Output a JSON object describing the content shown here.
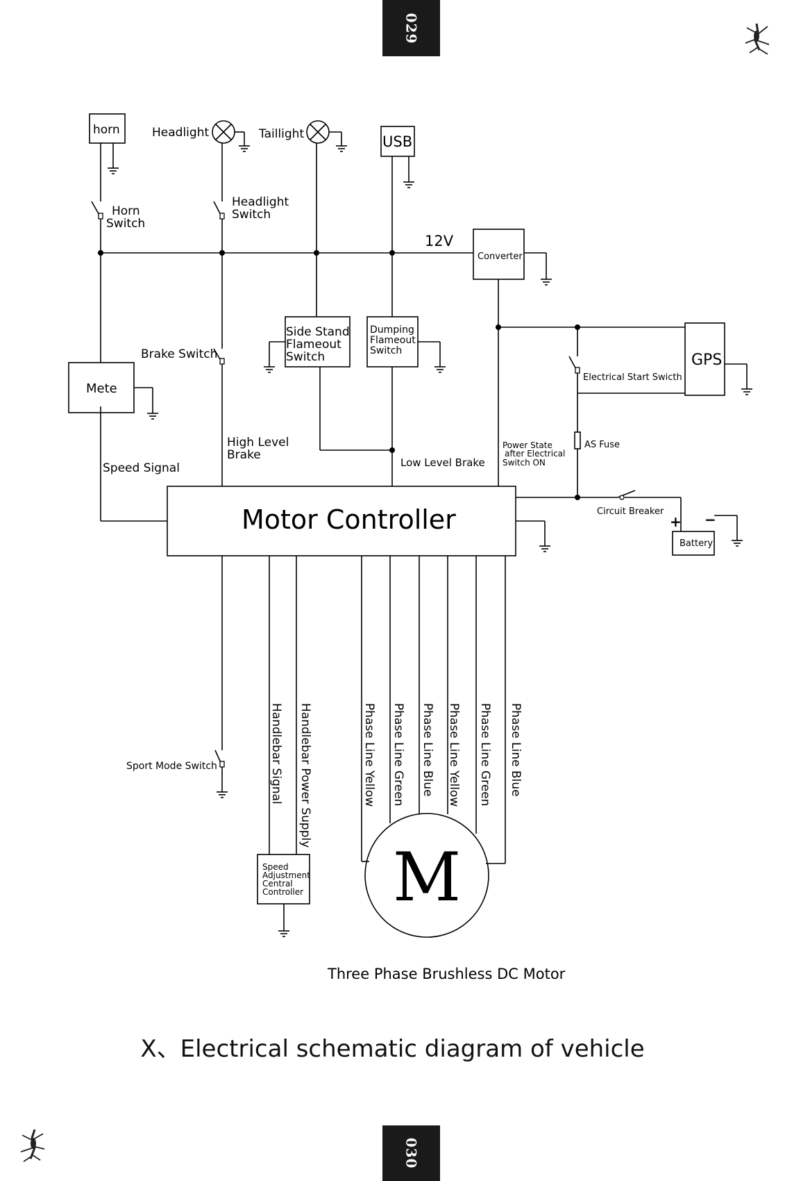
{
  "page_numbers": {
    "top": "029",
    "bottom": "030"
  },
  "caption": "X、Electrical schematic diagram of vehicle",
  "components": {
    "horn": "horn",
    "headlight": "Headlight",
    "taillight": "Taillight",
    "usb": "USB",
    "horn_switch": [
      "Horn",
      "Switch"
    ],
    "headlight_switch": [
      "Headlight",
      "Switch"
    ],
    "voltage": "12V",
    "converter": "Converter",
    "side_stand": [
      "Side Stand",
      "Flameout",
      "Switch"
    ],
    "dumping": [
      "Dumping",
      "Flameout",
      "Switch"
    ],
    "gps": "GPS",
    "brake_switch": "Brake Switch",
    "meter": "Mete",
    "electrical_start": "Electrical Start Swicth",
    "as_fuse": "AS Fuse",
    "high_level_brake": [
      "High Level",
      "Brake"
    ],
    "speed_signal": "Speed Signal",
    "low_level_brake": "Low Level Brake",
    "power_state": [
      "Power State",
      "after Electrical",
      "Switch ON"
    ],
    "motor_controller": "Motor Controller",
    "circuit_breaker": "Circuit Breaker",
    "battery": "Battery",
    "battery_plus": "+",
    "battery_minus": "−",
    "sport_mode_switch": "Sport Mode Switch",
    "handlebar_signal": "Handlebar Signal",
    "handlebar_power": "Handlebar Power Supply",
    "phase_lines": [
      "Phase Line Yellow",
      "Phase Line Green",
      "Phase Line Blue",
      "Phase Line Yellow",
      "Phase Line Green",
      "Phase Line Blue"
    ],
    "speed_adjustment": [
      "Speed",
      "Adjustment",
      "Central",
      "Controller"
    ],
    "motor_symbol": "M",
    "motor_label": "Three Phase Brushless DC Motor"
  }
}
